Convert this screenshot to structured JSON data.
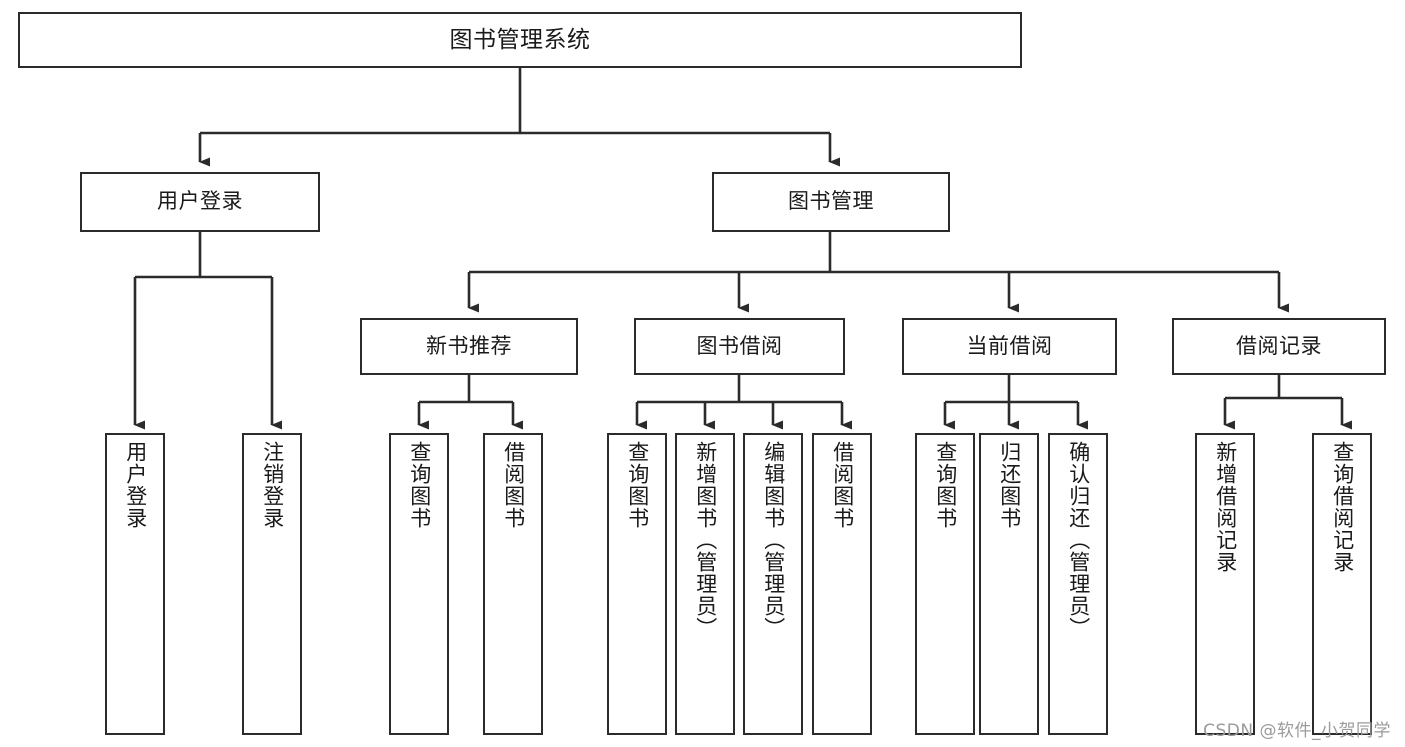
{
  "diagram": {
    "type": "tree-hierarchy-chart",
    "title": "图书管理系统",
    "watermark": "CSDN @软件_小贺同学",
    "colors": {
      "box_border": "#2b2b2b",
      "box_fill": "#ffffff",
      "edge": "#2b2b2b",
      "text": "#1a1a1a",
      "watermark": "#9b9b9b",
      "background": "#ffffff"
    },
    "nodes": {
      "root": {
        "label": "图书管理系统"
      },
      "level1": [
        {
          "id": "user-login",
          "label": "用户登录"
        },
        {
          "id": "book-management",
          "label": "图书管理"
        }
      ],
      "level2": [
        {
          "id": "new-book-recommend",
          "label": "新书推荐"
        },
        {
          "id": "book-borrow",
          "label": "图书借阅"
        },
        {
          "id": "current-borrow",
          "label": "当前借阅"
        },
        {
          "id": "borrow-record",
          "label": "借阅记录"
        }
      ],
      "leaves": {
        "user-login": [
          {
            "id": "leaf-user-login",
            "label": "用户登录"
          },
          {
            "id": "leaf-logout-login",
            "label": "注销登录"
          }
        ],
        "new-book-recommend": [
          {
            "id": "leaf-query-book-1",
            "label": "查询图书"
          },
          {
            "id": "leaf-borrow-book-1",
            "label": "借阅图书"
          }
        ],
        "book-borrow": [
          {
            "id": "leaf-query-book-2",
            "label": "查询图书"
          },
          {
            "id": "leaf-add-book",
            "label": "新增图书（管理员）"
          },
          {
            "id": "leaf-edit-book",
            "label": "编辑图书（管理员）"
          },
          {
            "id": "leaf-borrow-book-2",
            "label": "借阅图书"
          }
        ],
        "current-borrow": [
          {
            "id": "leaf-query-book-3",
            "label": "查询图书"
          },
          {
            "id": "leaf-return-book",
            "label": "归还图书"
          },
          {
            "id": "leaf-confirm-return",
            "label": "确认归还（管理员）"
          }
        ],
        "borrow-record": [
          {
            "id": "leaf-add-record",
            "label": "新增借阅记录"
          },
          {
            "id": "leaf-query-record",
            "label": "查询借阅记录"
          }
        ]
      }
    }
  }
}
